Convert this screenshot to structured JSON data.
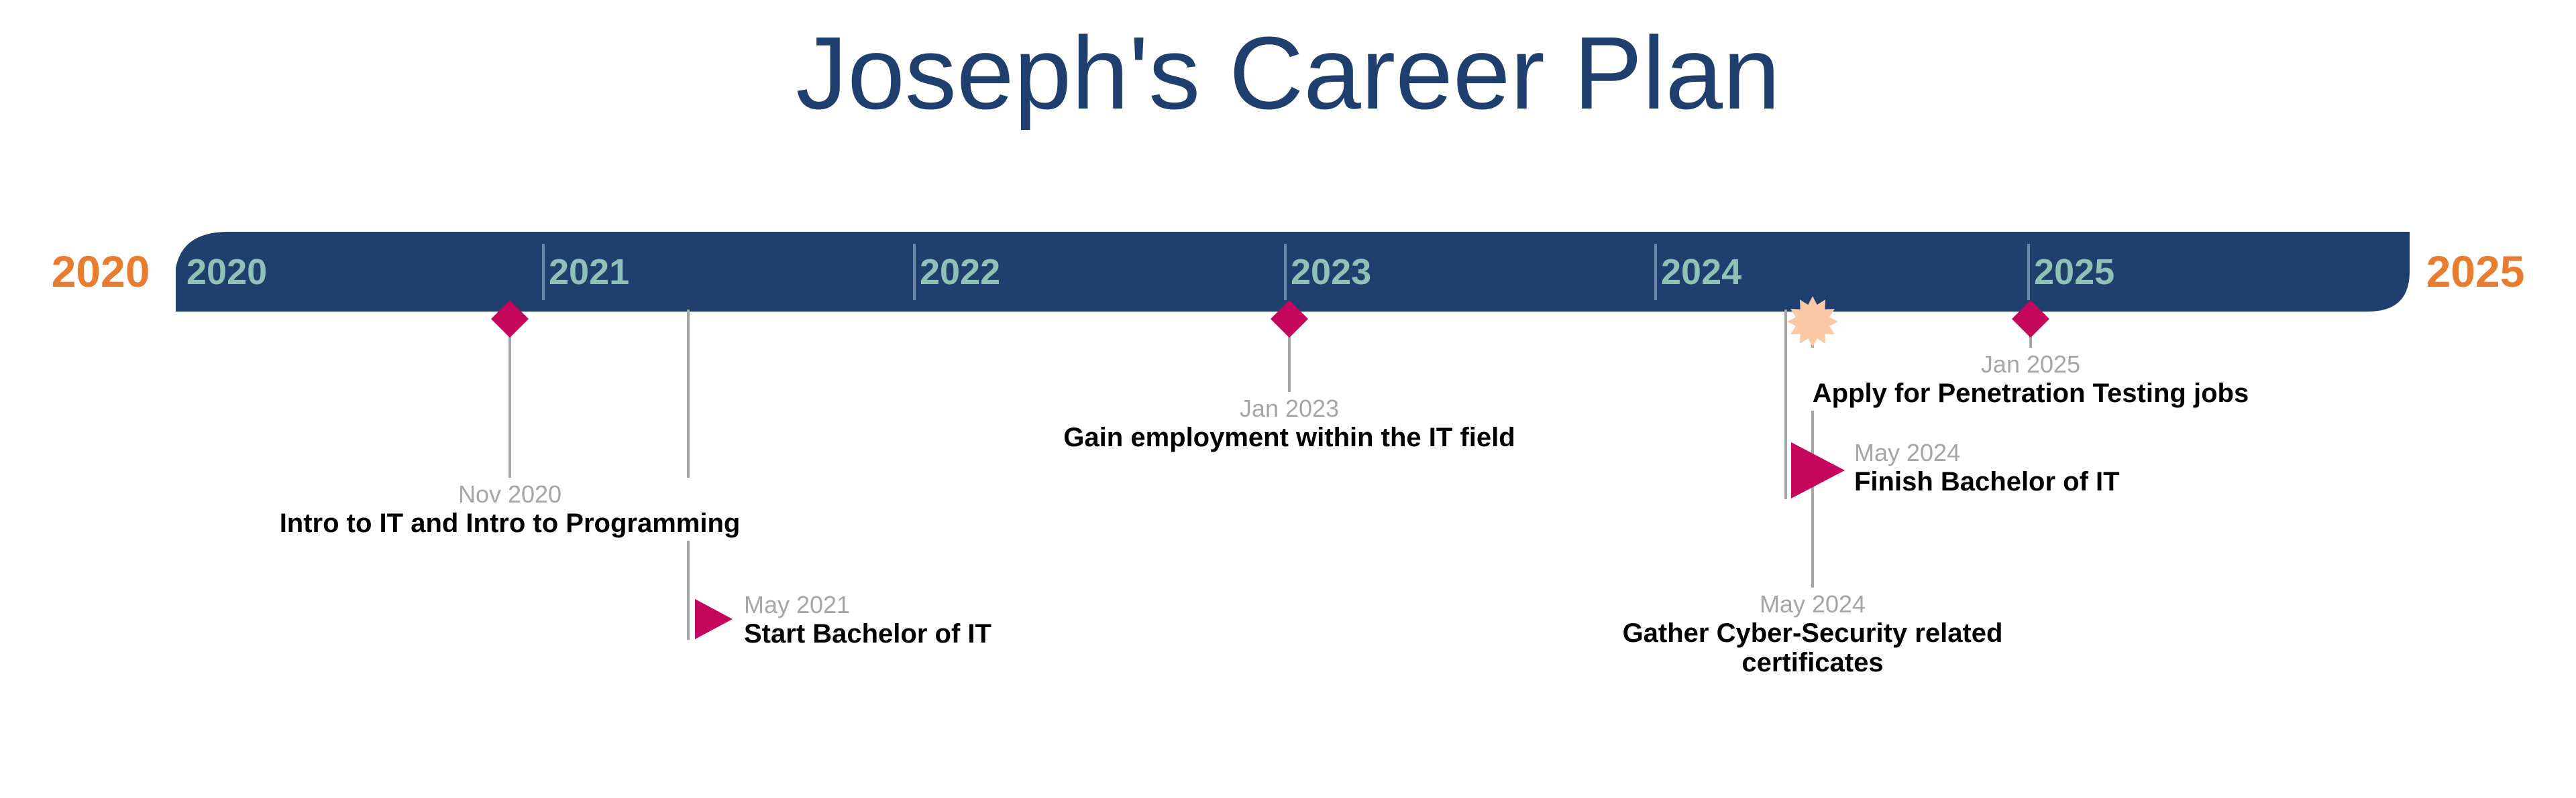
{
  "title": "Joseph's Career Plan",
  "range": {
    "start_label": "2020",
    "end_label": "2025"
  },
  "years": [
    "2020",
    "2021",
    "2022",
    "2023",
    "2024",
    "2025"
  ],
  "milestones": [
    {
      "id": "intro-it",
      "date": "Nov 2020",
      "label": [
        "Intro to IT and Intro to Programming"
      ],
      "marker": "diamond"
    },
    {
      "id": "start-bachelor",
      "date": "May 2021",
      "label": [
        "Start Bachelor of IT"
      ],
      "marker": "flag"
    },
    {
      "id": "gain-employment",
      "date": "Jan 2023",
      "label": [
        "Gain employment within the IT field"
      ],
      "marker": "diamond"
    },
    {
      "id": "gather-certs",
      "date": "May 2024",
      "label": [
        "Gather Cyber-Security related",
        "certificates"
      ],
      "marker": "starburst"
    },
    {
      "id": "finish-bachelor",
      "date": "May 2024",
      "label": [
        "Finish Bachelor of IT"
      ],
      "marker": "flag"
    },
    {
      "id": "apply-pentest",
      "date": "Jan 2025",
      "label": [
        "Apply for Penetration Testing jobs"
      ],
      "marker": "diamond"
    }
  ],
  "colors": {
    "title": "#1f3f6e",
    "band": "#1f3f6e",
    "year_label": "#8fc1b5",
    "year_divider": "#6a87a8",
    "range_label": "#e87c31",
    "marker": "#c4065c",
    "starburst": "#fbc8a6",
    "connector": "#a6a6a6",
    "date_text": "#a6a6a6",
    "event_text": "#000000"
  }
}
